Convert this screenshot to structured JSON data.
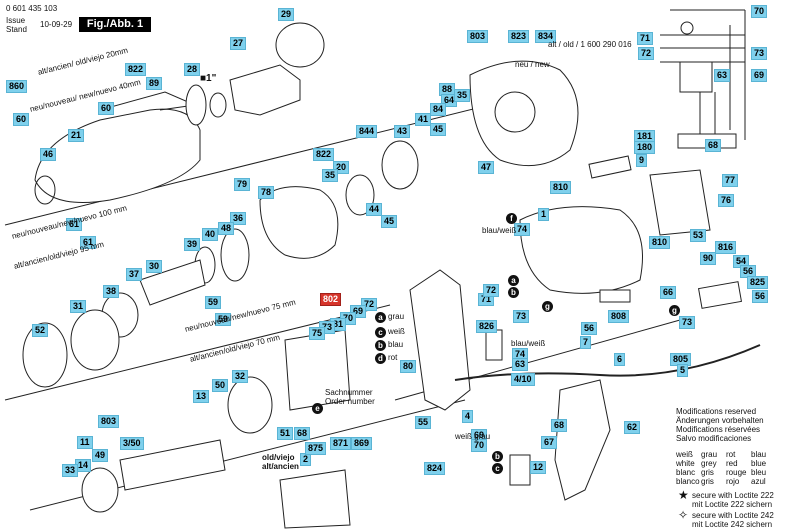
{
  "header": {
    "doc_number": "0 601 435 103",
    "issue_label": "Issue",
    "stand_label": "Stand",
    "issue_date": "10-09-29",
    "figure": "Fig./Abb. 1"
  },
  "callouts": [
    {
      "id": "c29",
      "text": "29"
    },
    {
      "id": "c27",
      "text": "27"
    },
    {
      "id": "c822a",
      "text": "822"
    },
    {
      "id": "c28",
      "text": "28"
    },
    {
      "id": "c89",
      "text": "89"
    },
    {
      "id": "c60a",
      "text": "60"
    },
    {
      "id": "c860",
      "text": "860"
    },
    {
      "id": "c60b",
      "text": "60"
    },
    {
      "id": "c21",
      "text": "21"
    },
    {
      "id": "c46",
      "text": "46"
    },
    {
      "id": "c79",
      "text": "79"
    },
    {
      "id": "c78",
      "text": "78"
    },
    {
      "id": "c822b",
      "text": "822"
    },
    {
      "id": "c20",
      "text": "20"
    },
    {
      "id": "c35a",
      "text": "35"
    },
    {
      "id": "c844",
      "text": "844"
    },
    {
      "id": "c61a",
      "text": "61"
    },
    {
      "id": "c61b",
      "text": "61"
    },
    {
      "id": "c36",
      "text": "36"
    },
    {
      "id": "c48",
      "text": "48"
    },
    {
      "id": "c40",
      "text": "40"
    },
    {
      "id": "c39",
      "text": "39"
    },
    {
      "id": "c37",
      "text": "37"
    },
    {
      "id": "c30",
      "text": "30"
    },
    {
      "id": "c38",
      "text": "38"
    },
    {
      "id": "c31",
      "text": "31"
    },
    {
      "id": "c52",
      "text": "52"
    },
    {
      "id": "c59a",
      "text": "59"
    },
    {
      "id": "c59b",
      "text": "59"
    },
    {
      "id": "c803a",
      "text": "803"
    },
    {
      "id": "c823",
      "text": "823"
    },
    {
      "id": "c834",
      "text": "834"
    },
    {
      "id": "c88",
      "text": "88"
    },
    {
      "id": "c64",
      "text": "64"
    },
    {
      "id": "c35b",
      "text": "35"
    },
    {
      "id": "c84",
      "text": "84"
    },
    {
      "id": "c43",
      "text": "43"
    },
    {
      "id": "c41",
      "text": "41"
    },
    {
      "id": "c45a",
      "text": "45"
    },
    {
      "id": "c47",
      "text": "47"
    },
    {
      "id": "c44",
      "text": "44"
    },
    {
      "id": "c45b",
      "text": "45"
    },
    {
      "id": "c810a",
      "text": "810"
    },
    {
      "id": "c74a",
      "text": "74"
    },
    {
      "id": "c1",
      "text": "1"
    },
    {
      "id": "c181",
      "text": "181"
    },
    {
      "id": "c180",
      "text": "180"
    },
    {
      "id": "c9",
      "text": "9"
    },
    {
      "id": "c77",
      "text": "77"
    },
    {
      "id": "c76",
      "text": "76"
    },
    {
      "id": "c53",
      "text": "53"
    },
    {
      "id": "c810b",
      "text": "810"
    },
    {
      "id": "c816",
      "text": "816"
    },
    {
      "id": "c90",
      "text": "90"
    },
    {
      "id": "c54",
      "text": "54"
    },
    {
      "id": "c56a",
      "text": "56"
    },
    {
      "id": "c825",
      "text": "825"
    },
    {
      "id": "c56b",
      "text": "56"
    },
    {
      "id": "c66",
      "text": "66"
    },
    {
      "id": "c808",
      "text": "808"
    },
    {
      "id": "c73a",
      "text": "73"
    },
    {
      "id": "c70a",
      "text": "70"
    },
    {
      "id": "c71",
      "text": "71"
    },
    {
      "id": "c72a",
      "text": "72"
    },
    {
      "id": "c63a",
      "text": "63"
    },
    {
      "id": "c73b",
      "text": "73"
    },
    {
      "id": "c69a",
      "text": "69"
    },
    {
      "id": "c68a",
      "text": "68"
    },
    {
      "id": "c802",
      "text": "802"
    },
    {
      "id": "c72b",
      "text": "72"
    },
    {
      "id": "c69b",
      "text": "69"
    },
    {
      "id": "c70b",
      "text": "70"
    },
    {
      "id": "c81",
      "text": "81"
    },
    {
      "id": "c73c",
      "text": "73"
    },
    {
      "id": "c75",
      "text": "75"
    },
    {
      "id": "c71b",
      "text": "71"
    },
    {
      "id": "c72c",
      "text": "72"
    },
    {
      "id": "c73d",
      "text": "73"
    },
    {
      "id": "c826",
      "text": "826"
    },
    {
      "id": "c74b",
      "text": "74"
    },
    {
      "id": "c63b",
      "text": "63"
    },
    {
      "id": "c56c",
      "text": "56"
    },
    {
      "id": "c7",
      "text": "7"
    },
    {
      "id": "c6",
      "text": "6"
    },
    {
      "id": "c805",
      "text": "805"
    },
    {
      "id": "c5",
      "text": "5"
    },
    {
      "id": "c80",
      "text": "80"
    },
    {
      "id": "c410",
      "text": "4/10"
    },
    {
      "id": "c32",
      "text": "32"
    },
    {
      "id": "c50",
      "text": "50"
    },
    {
      "id": "c13",
      "text": "13"
    },
    {
      "id": "c51",
      "text": "51"
    },
    {
      "id": "c68b",
      "text": "68"
    },
    {
      "id": "c803b",
      "text": "803"
    },
    {
      "id": "c350",
      "text": "3/50"
    },
    {
      "id": "c11",
      "text": "11"
    },
    {
      "id": "c49",
      "text": "49"
    },
    {
      "id": "c14",
      "text": "14"
    },
    {
      "id": "c33",
      "text": "33"
    },
    {
      "id": "c55",
      "text": "55"
    },
    {
      "id": "c4",
      "text": "4"
    },
    {
      "id": "c69c",
      "text": "69"
    },
    {
      "id": "c70c",
      "text": "70"
    },
    {
      "id": "c67",
      "text": "67"
    },
    {
      "id": "c68c",
      "text": "68"
    },
    {
      "id": "c62",
      "text": "62"
    },
    {
      "id": "c12",
      "text": "12"
    },
    {
      "id": "c824",
      "text": "824"
    },
    {
      "id": "c2",
      "text": "2"
    },
    {
      "id": "c875",
      "text": "875"
    },
    {
      "id": "c871",
      "text": "871"
    },
    {
      "id": "c869",
      "text": "869"
    },
    {
      "id": "c1in",
      "text": "■1\""
    }
  ],
  "markers": [
    "a",
    "b",
    "c",
    "d",
    "e",
    "f",
    "g"
  ],
  "labels": {
    "new_old_834": "alt / old / 1 600 290 016",
    "neu_new": "neu / new",
    "alt_ancien_20mm": "alt/ancien/ old/viejo 20mm",
    "neu_nouveau_40mm": "neu/nouveau/ new/nuevo 40mm",
    "neu_100mm": "neu/nouveau/new/nuevo 100 mm",
    "alt_95mm": "alt/ancien/old/viejo 95 mm",
    "neu_75mm": "neu/nouveau/new/nuevo 75 mm",
    "alt_70mm": "alt/ancien/old/viejo 70 mm",
    "grau": "grau",
    "weiss": "weiß",
    "blau": "blau",
    "rot": "rot",
    "sachnummer": "Sachnummer",
    "order_number": "Order number",
    "old_viejo": "old/viejo",
    "alt_ancien": "alt/ancien",
    "blau_weiss": "blau/weiß",
    "weiss_grau": "weiß grau"
  },
  "modifications": [
    "Modifications reserved",
    "Änderungen vorbehalten",
    "Modifications réservées",
    "Salvo modificaciones"
  ],
  "color_table": [
    [
      "weiß",
      "grau",
      "rot",
      "blau"
    ],
    [
      "white",
      "grey",
      "red",
      "blue"
    ],
    [
      "blanc",
      "gris",
      "rouge",
      "bleu"
    ],
    [
      "blanco",
      "gris",
      "rojo",
      "azul"
    ]
  ],
  "legend": [
    {
      "symbol": "★",
      "line1": "secure with Loctite 222",
      "line2": "mit Loctite 222 sichern"
    },
    {
      "symbol": "✧",
      "line1": "secure with Loctite 242",
      "line2": "mit Loctite 242 sichern"
    }
  ],
  "colors": {
    "callout": "#7fd0ec",
    "callout_red": "#d6342a"
  }
}
